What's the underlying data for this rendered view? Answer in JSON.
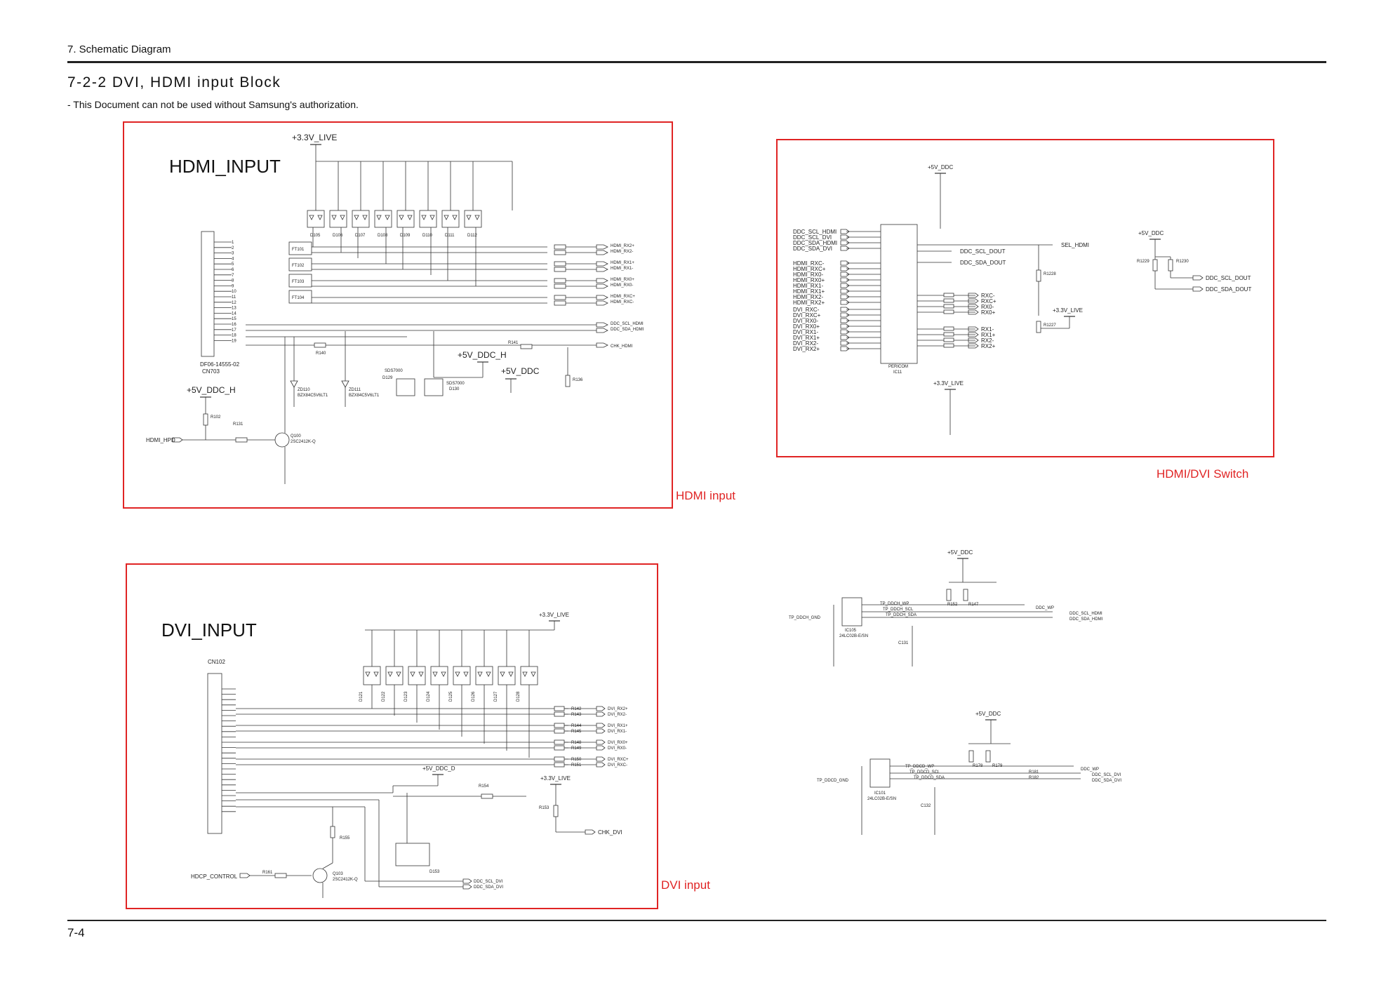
{
  "header": {
    "section": "7. Schematic Diagram",
    "title": "7-2-2 DVI, HDMI input Block",
    "subtitle": "- This Document can not be used without Samsung's authorization."
  },
  "footer": {
    "page": "7-4"
  },
  "panels": {
    "hdmi_input": {
      "heading": "HDMI_INPUT",
      "caption": "HDMI input",
      "rail_top": "+3.3V_LIVE",
      "connector": "CN703",
      "connector_part": "DF06-14555-02",
      "filters": [
        "FT101",
        "FT102",
        "FT103",
        "FT104"
      ],
      "diodes": [
        "D105",
        "D106",
        "D107",
        "D108",
        "D109",
        "D110",
        "D111",
        "D112"
      ],
      "outputs": [
        "HDMI_RX2+",
        "HDMI_RX2-",
        "HDMI_RX1+",
        "HDMI_RX1-",
        "HDMI_RX0+",
        "HDMI_RX0-",
        "HDMI_RXC+",
        "HDMI_RXC-",
        "DDC_SCL_HDMI",
        "DDC_SDA_HDMI",
        "CHK_HDMI"
      ],
      "rail_ddc_h": "+5V_DDC_H",
      "rail_ddc": "+5V_DDC",
      "rail_left": "+5V_DDC_H",
      "zeners": [
        "ZD110",
        "ZD111"
      ],
      "zener_part": "BZX84C5V6LT1",
      "r140": "R140",
      "r141": "R141",
      "r136": "R136",
      "r102": "R102",
      "r131": "R131",
      "q100": "Q100",
      "q100_part": "2SC2412K-Q",
      "hpd": "HDMI_HPD",
      "sds": "SDS7000",
      "d129": "D129",
      "d130": "D130"
    },
    "hdmi_dvi_switch": {
      "caption": "HDMI/DVI Switch",
      "rail_top": "+5V_DDC",
      "rail_right": "+5V_DDC",
      "rail_mid": "+3.3V_LIVE",
      "rail_bottom": "+3.3V_LIVE",
      "ic": "IC11",
      "ic_name": "PERICOM",
      "inputs": [
        "DDC_SCL_HDMI",
        "DDC_SCL_DVI",
        "DDC_SDA_HDMI",
        "DDC_SDA_DVI",
        "HDMI_RXC-",
        "HDMI_RXC+",
        "HDMI_RX0-",
        "HDMI_RX0+",
        "HDMI_RX1-",
        "HDMI_RX1+",
        "HDMI_RX2-",
        "HDMI_RX2+",
        "DVI_RXC-",
        "DVI_RXC+",
        "DVI_RX0-",
        "DVI_RX0+",
        "DVI_RX1-",
        "DVI_RX1+",
        "DVI_RX2-",
        "DVI_RX2+"
      ],
      "outputs": [
        "RXC-",
        "RXC+",
        "RX0-",
        "RX0+",
        "RX1-",
        "RX1+",
        "RX2-",
        "RX2+"
      ],
      "ddc_scl_out": "DDC_SCL_DOUT",
      "ddc_sda_out": "DDC_SDA_DOUT",
      "sel": "SEL_HDMI",
      "r1229": "R1229",
      "r1230": "R1230",
      "r1228": "R1228",
      "r1227": "R1227"
    },
    "dvi_input": {
      "heading": "DVI_INPUT",
      "caption": "DVI input",
      "connector": "CN102",
      "rail_top": "+3.3V_LIVE",
      "rail_ddc": "+5V_DDC_D",
      "rail_live": "+3.3V_LIVE",
      "diodes": [
        "D121",
        "D122",
        "D123",
        "D124",
        "D125",
        "D126",
        "D127",
        "D128"
      ],
      "outputs": [
        "DVI_RX2+",
        "DVI_RX2-",
        "DVI_RX1+",
        "DVI_RX1-",
        "DVI_RX0+",
        "DVI_RX0-",
        "DVI_RXC+",
        "DVI_RXC-"
      ],
      "res": [
        "R142",
        "R143",
        "R144",
        "R145",
        "R148",
        "R149",
        "R150",
        "R151"
      ],
      "chk": "CHK_DVI",
      "hdcp": "HDCP_CONTROL",
      "q103": "Q103",
      "q103_part": "2SC2412K-Q",
      "r155": "R155",
      "r154": "R154",
      "r153": "R153",
      "r161": "R161",
      "d153": "D153",
      "ddc_scl": "DDC_SCL_DVI",
      "ddc_sda": "DDC_SDA_DVI"
    },
    "eeprom_hdmi": {
      "rail": "+5V_DDC",
      "ic": "IC105",
      "ic_part": "24LC02B-E/SN",
      "tp_gnd": "TP_DDCH_GND",
      "tp_wp": "TP_DDCH_WP",
      "tp_scl": "TP_DDCH_SCL",
      "tp_sda": "TP_DDCH_SDA",
      "wp": "DDC_WP",
      "scl": "DDC_SCL_HDMI",
      "sda": "DDC_SDA_HDMI",
      "r152": "R152",
      "r147": "R147",
      "c131": "C131"
    },
    "eeprom_dvi": {
      "rail": "+5V_DDC",
      "ic": "IC101",
      "ic_part": "24LC02B-E/SN",
      "tp_gnd": "TP_DDCD_GND",
      "tp_wp": "TP_DDCD_WP",
      "tp_scl": "TP_DDCD_SCL",
      "tp_sda": "TP_DDCD_SDA",
      "wp": "DDC_WP",
      "scl": "DDC_SCL_DVI",
      "sda": "DDC_SDA_DVI",
      "r178": "R178",
      "r179": "R179",
      "r181": "R181",
      "r182": "R182",
      "c132": "C132"
    }
  }
}
